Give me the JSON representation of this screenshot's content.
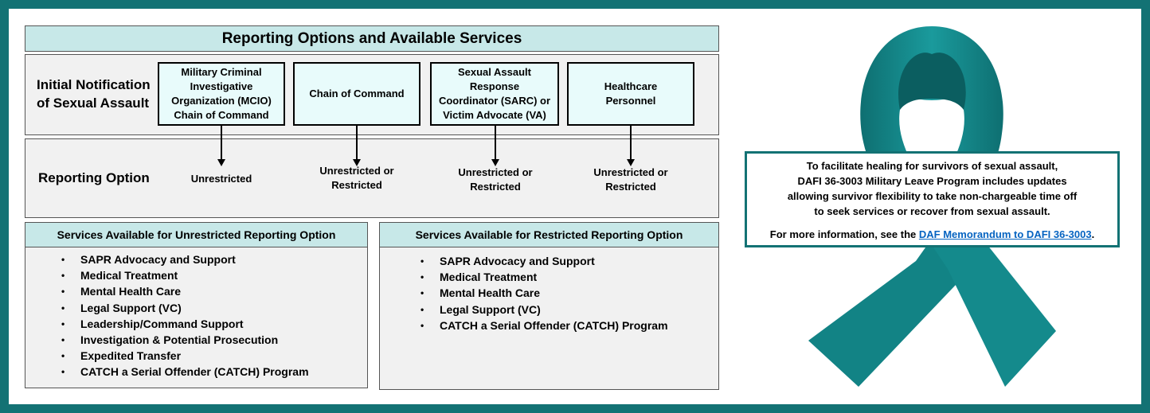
{
  "title": "Reporting Options and Available Services",
  "notification_row": {
    "label_line1": "Initial Notification",
    "label_line2": "of Sexual Assault",
    "nodes": [
      {
        "line1": "Military Criminal",
        "line2": "Investigative",
        "line3": "Organization (MCIO)",
        "line4": "Chain of Command"
      },
      {
        "line1": "Chain of Command"
      },
      {
        "line1": "Sexual Assault Response",
        "line2": "Coordinator (SARC) or",
        "line3": "Victim Advocate (VA)"
      },
      {
        "line1": "Healthcare",
        "line2": "Personnel"
      }
    ]
  },
  "reporting_row": {
    "label": "Reporting Option",
    "options": [
      {
        "line1": "Unrestricted"
      },
      {
        "line1": "Unrestricted or",
        "line2": "Restricted"
      },
      {
        "line1": "Unrestricted or",
        "line2": "Restricted"
      },
      {
        "line1": "Unrestricted or",
        "line2": "Restricted"
      }
    ]
  },
  "unrestricted_services": {
    "heading": "Services Available for Unrestricted Reporting Option",
    "items": [
      "SAPR Advocacy and Support",
      "Medical Treatment",
      "Mental Health Care",
      "Legal Support (VC)",
      "Leadership/Command Support",
      "Investigation & Potential Prosecution",
      "Expedited Transfer",
      "CATCH a Serial Offender (CATCH) Program"
    ]
  },
  "restricted_services": {
    "heading": "Services Available for Restricted Reporting Option",
    "items": [
      "SAPR Advocacy and Support",
      "Medical Treatment",
      "Mental Health Care",
      "Legal Support (VC)",
      "CATCH a Serial Offender (CATCH) Program"
    ]
  },
  "callout": {
    "line1": "To facilitate healing for survivors of sexual assault,",
    "line2": "DAFI 36-3003 Military Leave Program includes updates",
    "line3": "allowing survivor flexibility to take non-chargeable time off",
    "line4": "to seek services or recover from sexual assault.",
    "more_prefix": "For more information, see the ",
    "link_text": "DAF Memorandum to DAFI 36-3003",
    "more_suffix": "."
  },
  "colors": {
    "frame": "#137274",
    "ribbon": "#148385",
    "header_fill": "#c7e8e8",
    "node_fill": "#e8fbfb",
    "panel_fill": "#f1f1f1",
    "link": "#0563c1"
  },
  "icons": [
    "awareness-ribbon-icon",
    "down-arrow-icon",
    "bullet-icon"
  ]
}
